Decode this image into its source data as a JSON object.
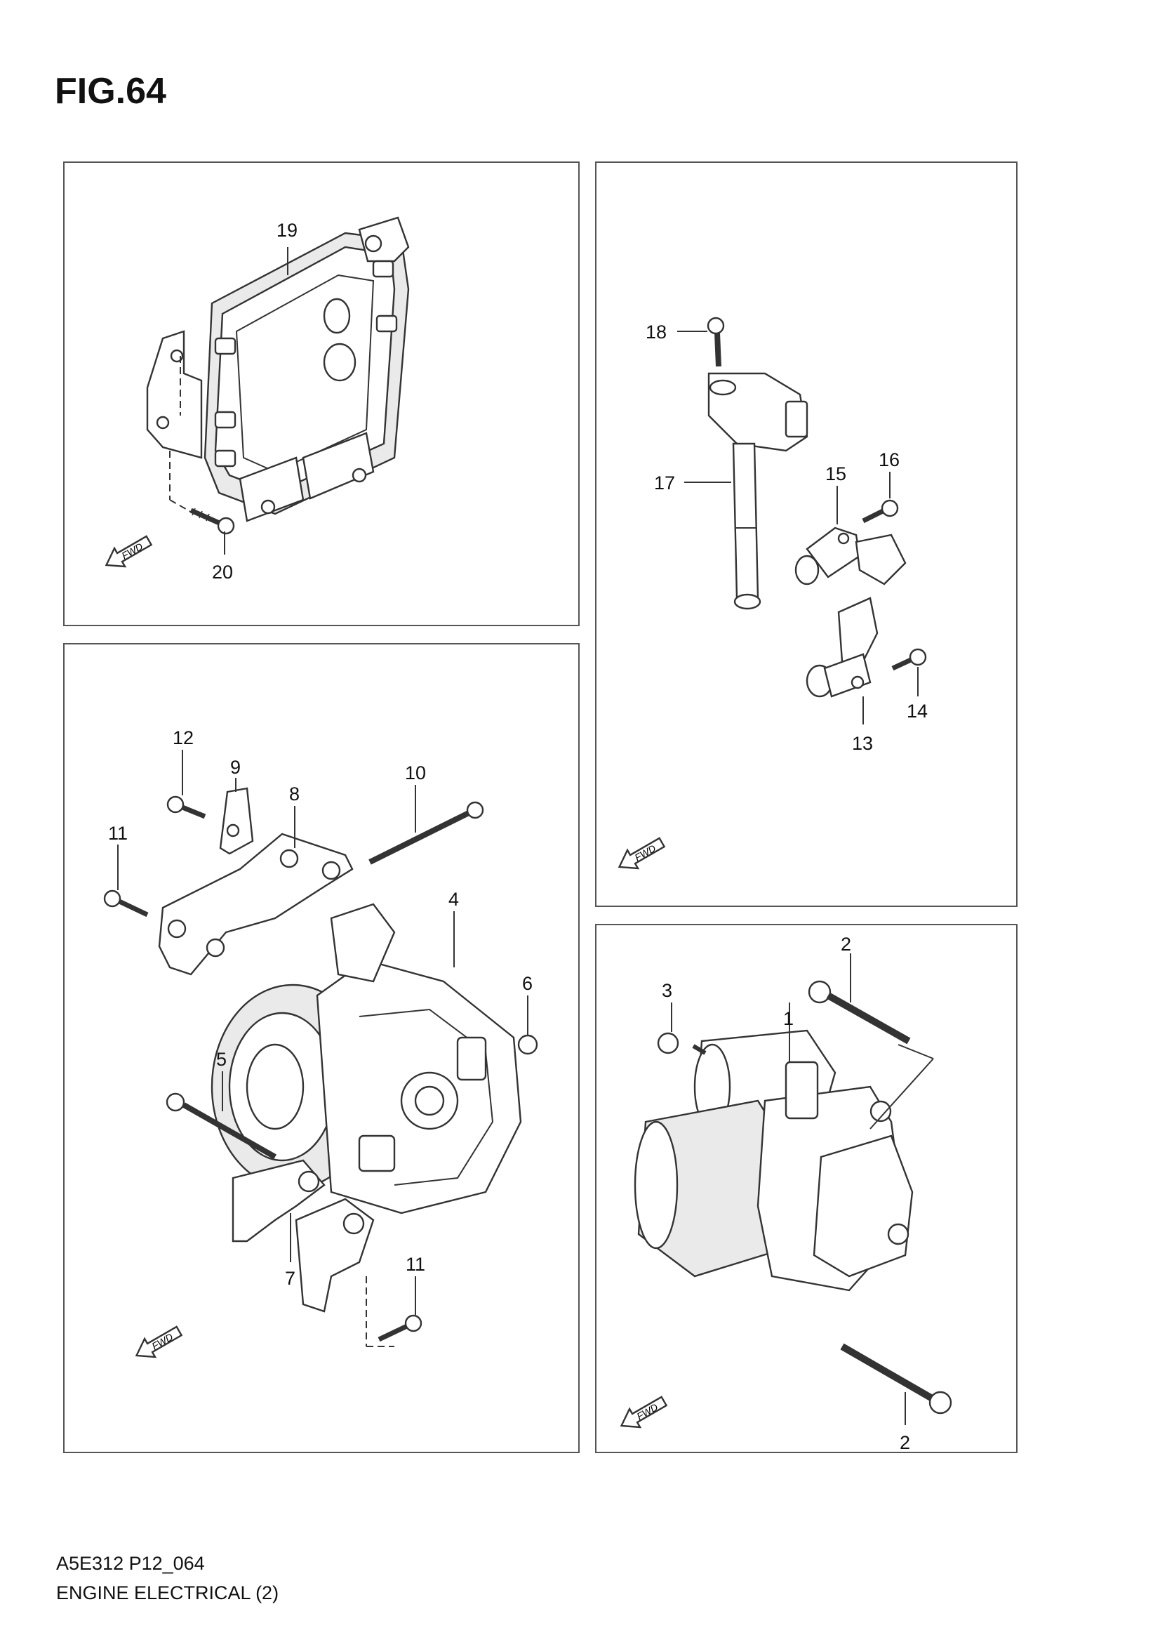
{
  "figure": {
    "title": "FIG.64"
  },
  "footer": {
    "code": "A5E312 P12_064",
    "title": "ENGINE ELECTRICAL (2)"
  },
  "fwd_label": "FWD",
  "panels": {
    "ecm": {
      "callouts": {
        "c19": "19",
        "c20": "20"
      }
    },
    "alternator": {
      "callouts": {
        "c12": "12",
        "c9": "9",
        "c8": "8",
        "c10": "10",
        "c11a": "11",
        "c4": "4",
        "c6": "6",
        "c5": "5",
        "c7": "7",
        "c11b": "11"
      }
    },
    "ignition": {
      "callouts": {
        "c18": "18",
        "c17": "17",
        "c16": "16",
        "c15": "15",
        "c14": "14",
        "c13": "13"
      }
    },
    "starter": {
      "callouts": {
        "c2a": "2",
        "c3": "3",
        "c1": "1",
        "c2b": "2"
      }
    }
  },
  "colors": {
    "line": "#333333",
    "panel_border": "#555555",
    "background": "#ffffff"
  }
}
